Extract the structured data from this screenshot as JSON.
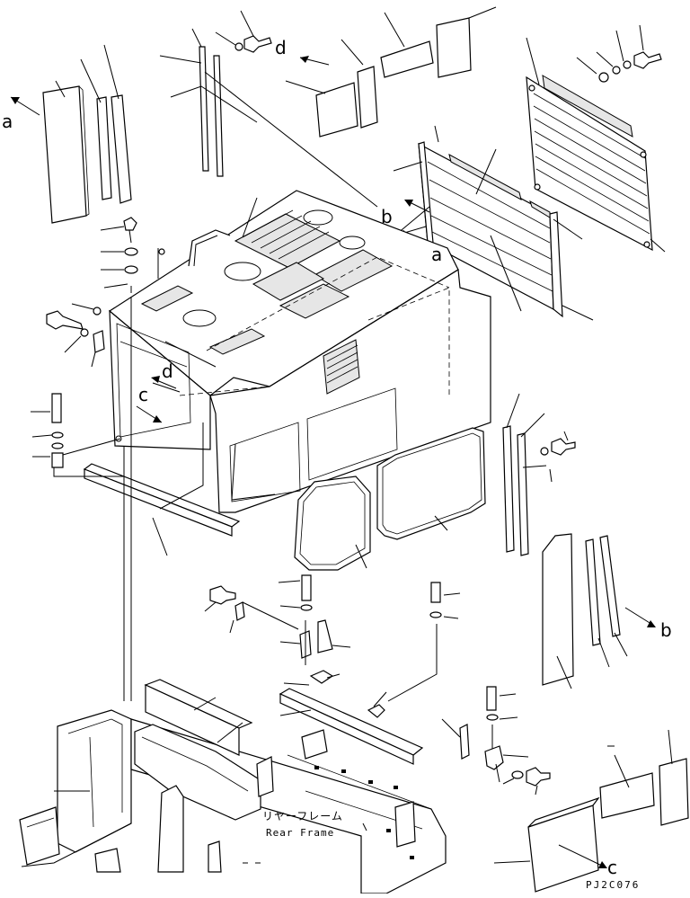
{
  "diagram": {
    "callouts": [
      {
        "id": "a-left",
        "text": "a"
      },
      {
        "id": "a-right",
        "text": "a"
      },
      {
        "id": "b-top",
        "text": "b"
      },
      {
        "id": "b-right",
        "text": "b"
      },
      {
        "id": "c-left",
        "text": "c"
      },
      {
        "id": "c-bottom",
        "text": "c"
      },
      {
        "id": "d-top",
        "text": "d"
      },
      {
        "id": "d-left",
        "text": "d"
      }
    ],
    "frame_label_jp": "リヤーフレーム",
    "frame_label_en": "Rear Frame",
    "drawing_code": "PJ2C076"
  }
}
